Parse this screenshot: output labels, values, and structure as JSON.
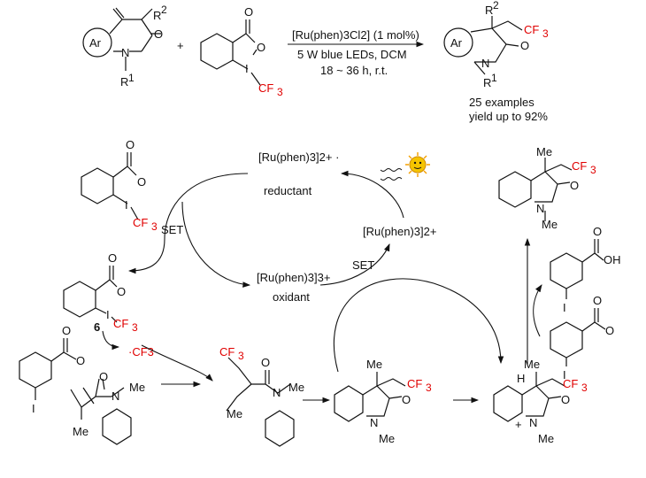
{
  "reaction": {
    "catalyst": "[Ru(phen)3Cl2] (1 mol%)",
    "conditions_1": "5 W blue LEDs, DCM",
    "conditions_2": "18 ~ 36 h, r.t.",
    "examples": "25 examples",
    "yield": "yield up to 92%"
  },
  "labels": {
    "ar": "Ar",
    "r1": "R",
    "r1_sup": "1",
    "r2": "R",
    "r2_sup": "2",
    "cf3": "CF",
    "cf3_sub": "3",
    "n": "N",
    "o": "O",
    "i": "I",
    "me": "Me",
    "h": "H",
    "oh": "OH",
    "plus": "+",
    "compound_6": "6"
  },
  "cycle": {
    "ru2_reductant": "[Ru(phen)3]2+ ·",
    "reductant": "reductant",
    "ru2": "[Ru(phen)3]2+",
    "ru3_oxidant": "[Ru(phen)3]3+",
    "oxidant": "oxidant",
    "set_left": "SET",
    "set_right": "SET",
    "cf3_radical": "·CF3"
  },
  "colors": {
    "cf3": "#e00000",
    "text": "#111111",
    "sun": "#f5c400"
  }
}
